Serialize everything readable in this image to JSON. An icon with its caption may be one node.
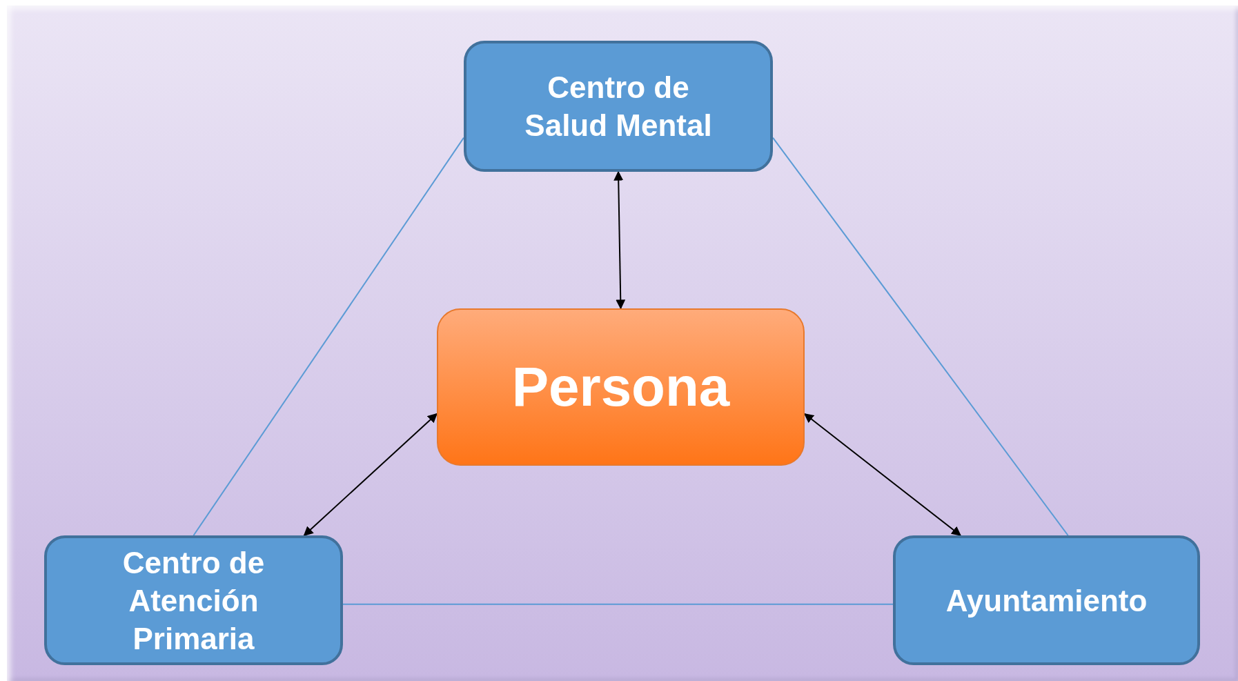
{
  "diagram": {
    "nodes": [
      {
        "text": [
          "Centro de Salud Mental"
        ]
      },
      {
        "text": [
          "Persona"
        ]
      },
      {
        "text": [
          "Centro de Atención Primaria"
        ]
      },
      {
        "text": [
          "Ayuntamiento"
        ]
      }
    ],
    "edges": [
      {
        "from": 0,
        "to": 1,
        "arrow": "both"
      },
      {
        "from": 1,
        "to": 2,
        "arrow": "both"
      },
      {
        "from": 1,
        "to": 3,
        "arrow": "both"
      },
      {
        "from": 0,
        "to": 2,
        "arrow": "none",
        "color": "#5b9bd5"
      },
      {
        "from": 0,
        "to": 3,
        "arrow": "none",
        "color": "#5b9bd5"
      },
      {
        "from": 2,
        "to": 3,
        "arrow": "none",
        "color": "#5b9bd5"
      }
    ]
  }
}
